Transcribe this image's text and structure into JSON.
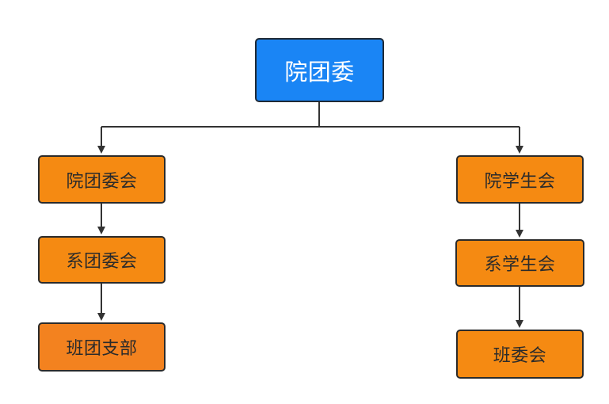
{
  "diagram": {
    "root": {
      "label": "院团委"
    },
    "left_branch": {
      "items": [
        {
          "label": "院团委会"
        },
        {
          "label": "系团委会"
        },
        {
          "label": "班团支部"
        }
      ]
    },
    "right_branch": {
      "items": [
        {
          "label": "院学生会"
        },
        {
          "label": "系学生会"
        },
        {
          "label": "班委会"
        }
      ]
    },
    "colors": {
      "root_fill": "#1a85f5",
      "node_fill": "#f58a12",
      "border": "#2b2b2b",
      "connector": "#333333"
    }
  }
}
